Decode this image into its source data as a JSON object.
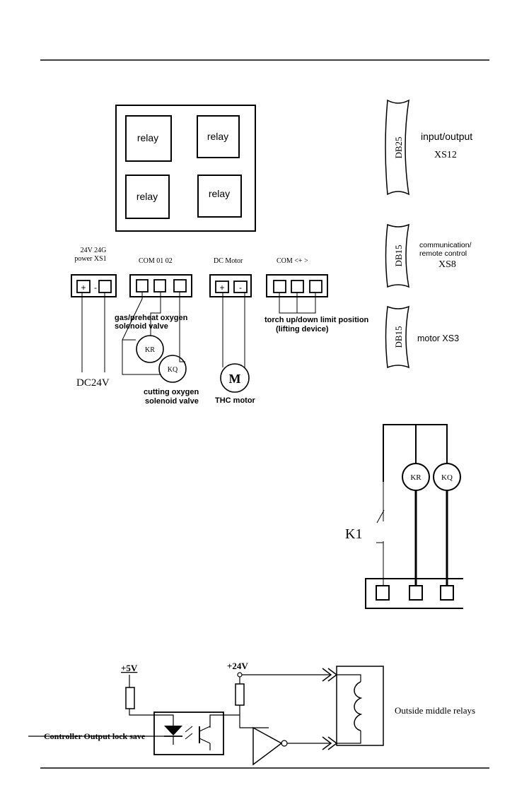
{
  "relays": [
    "relay",
    "relay",
    "relay",
    "relay"
  ],
  "connectors": {
    "db25": {
      "label": "DB25",
      "desc": "input/output",
      "id": "XS12"
    },
    "db15_comm": {
      "label": "DB15",
      "desc_line1": "communication/",
      "desc_line2": "remote control",
      "id": "XS8"
    },
    "db15_motor": {
      "label": "DB15",
      "desc": "motor XS3"
    }
  },
  "terminals": {
    "power": {
      "header1": "24V  24G",
      "header2": "power  XS1",
      "plus": "+",
      "minus": "-",
      "supply": "DC24V"
    },
    "valves": {
      "header": "COM   01      02",
      "gas_line1": "gas/preheat oxygen",
      "gas_line2": "solenoid valve",
      "kr": "KR",
      "kq": "KQ",
      "cut_line1": "cutting oxygen",
      "cut_line2": "solenoid valve"
    },
    "motor": {
      "header": "DC  Motor",
      "plus": "+",
      "minus": "-",
      "m": "M",
      "label": "THC motor"
    },
    "limits": {
      "header": "COM    <+     >",
      "label_line1": "torch up/down limit position",
      "label_line2": "(lifting device)"
    }
  },
  "relay_circuit": {
    "k1": "K1",
    "kr": "KR",
    "kq": "KQ"
  },
  "opto_circuit": {
    "v5": "+5V",
    "v24": "+24V",
    "input_label": "Controller Output lock save",
    "output_label": "Outside middle relays"
  }
}
